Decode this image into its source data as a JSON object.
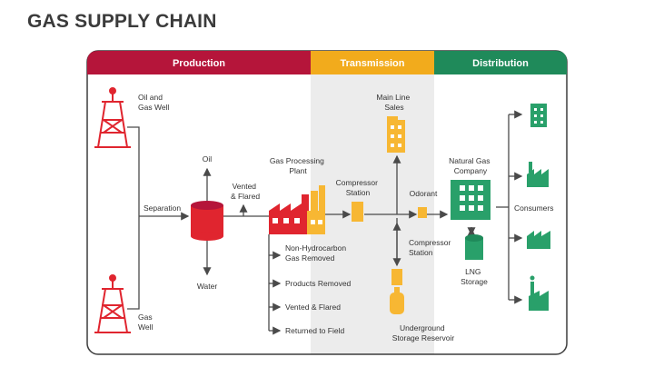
{
  "title": "GAS SUPPLY CHAIN",
  "colors": {
    "production": "#b5153a",
    "transmission": "#f2ab1c",
    "distribution": "#1f8a5a",
    "red": "#e0252f",
    "yellow": "#f7b733",
    "green": "#29a06a",
    "line": "#4a4a4a",
    "panel": "#ececec"
  },
  "sections": {
    "production": "Production",
    "transmission": "Transmission",
    "distribution": "Distribution"
  },
  "nodes": {
    "oil_gas_well": [
      "Oil and",
      "Gas Well"
    ],
    "gas_well": [
      "Gas",
      "Well"
    ],
    "separation": "Separation",
    "oil": "Oil",
    "water": "Water",
    "vented_flared": [
      "Vented",
      "& Flared"
    ],
    "gas_processing_plant": [
      "Gas Processing",
      "Plant"
    ],
    "compressor_station_1": [
      "Compressor",
      "Station"
    ],
    "main_line_sales": [
      "Main Line",
      "Sales"
    ],
    "odorant": "Odorant",
    "compressor_station_2": [
      "Compressor",
      "Station"
    ],
    "underground_storage": [
      "Underground",
      "Storage Reservoir"
    ],
    "natural_gas_company": [
      "Natural Gas",
      "Company"
    ],
    "lng_storage": [
      "LNG",
      "Storage"
    ],
    "consumers": "Consumers"
  },
  "outputs": [
    [
      "Non-Hydrocarbon",
      "Gas Removed"
    ],
    [
      "Products Removed"
    ],
    [
      "Vented & Flared"
    ],
    [
      "Returned to Field"
    ]
  ]
}
